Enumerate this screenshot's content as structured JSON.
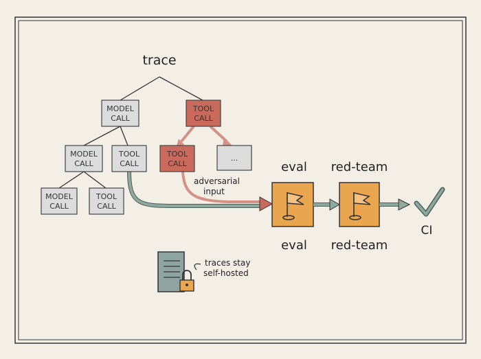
{
  "diagram": {
    "root_label": "trace",
    "nodes": {
      "model_call_a": "MODEL\nCALL",
      "tool_call_a": "TOOL\nCALL",
      "model_call_b": "MODEL\nCALL",
      "tool_call_b": "TOOL\nCALL",
      "tool_call_c": "TOOL\nCALL",
      "ellipsis": "...",
      "model_call_c": "MODEL\nCALL",
      "tool_call_d": "TOOL\nCALL"
    },
    "adversarial_label": "adversarial\ninput",
    "eval_label_top": "eval",
    "eval_label_bottom": "eval",
    "redteam_label_top": "red-team",
    "redteam_label_bottom": "red-team",
    "ci_label": "CI",
    "server_label": "traces stay\nself-hosted",
    "icons": [
      "flag-icon",
      "flag-icon",
      "checkmark-icon",
      "server-icon",
      "padlock-icon"
    ],
    "colors": {
      "background": "#f3efe6",
      "gray_box": "#dcdcdc",
      "red_box": "#c96a5c",
      "orange_box": "#eaa64e",
      "arrow_teal": "#7f9a90",
      "arrow_red": "#d49286",
      "ink": "#333333"
    }
  }
}
